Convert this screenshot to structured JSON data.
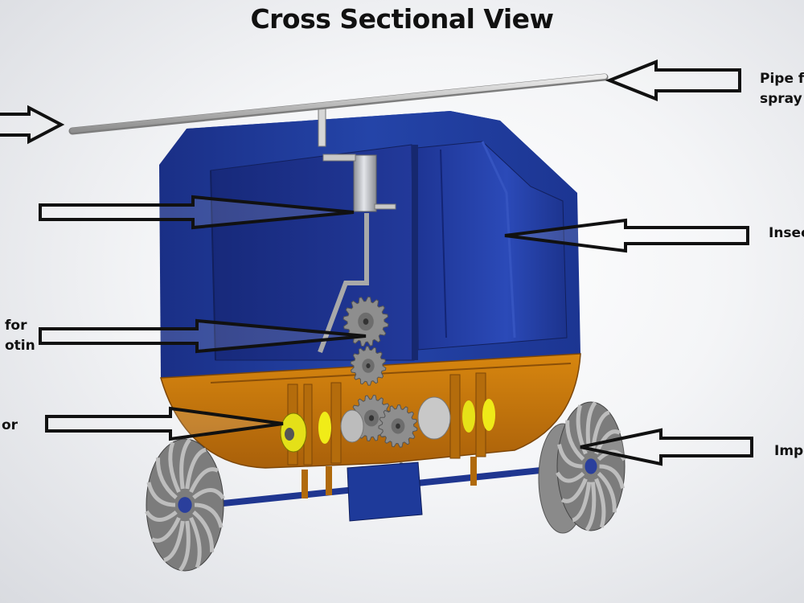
{
  "title": "Cross Sectional View",
  "labels": {
    "pipe_line1": "Pipe f",
    "pipe_line2": "spray",
    "insect": "Insec",
    "impeller": "Imp",
    "left_mid_line1": "for",
    "left_mid_line2": "otin",
    "left_low": "or"
  },
  "colors": {
    "tank_blue": "#1e3a9a",
    "base_orange": "#c9770f",
    "gear_grey": "#8c8c8c",
    "arrow_fill": "#ffffff",
    "arrow_stroke": "#111111"
  }
}
